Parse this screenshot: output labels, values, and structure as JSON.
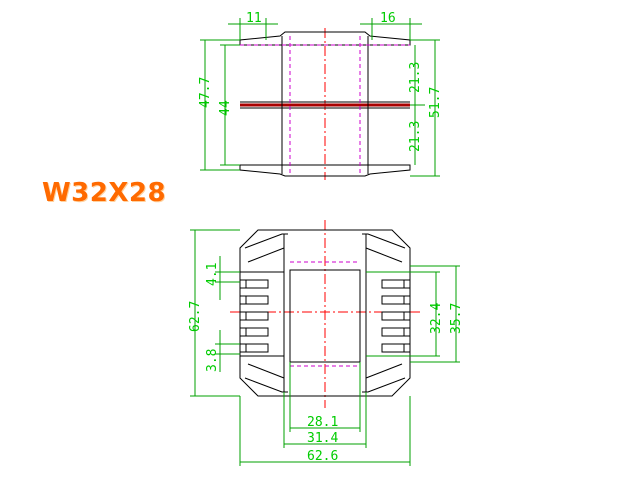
{
  "title": "W32X28",
  "colors": {
    "dimension": "#00cc00",
    "part_outline": "#000000",
    "hidden_line": "#cc00cc",
    "center_line": "#ff0000",
    "title": "#ff6a00"
  },
  "top_view": {
    "width_left": "11",
    "width_right": "16",
    "height_outer": "47.7",
    "height_inner": "44",
    "half_upper": "21.3",
    "half_lower": "21.3",
    "total_height": "51.7"
  },
  "front_view": {
    "height_total": "62.7",
    "slot_upper": "4.1",
    "slot_lower": "3.8",
    "inner_height": "32.4",
    "outer_height": "35.7",
    "core_width": "28.1",
    "window_width": "31.4",
    "total_width": "62.6"
  }
}
